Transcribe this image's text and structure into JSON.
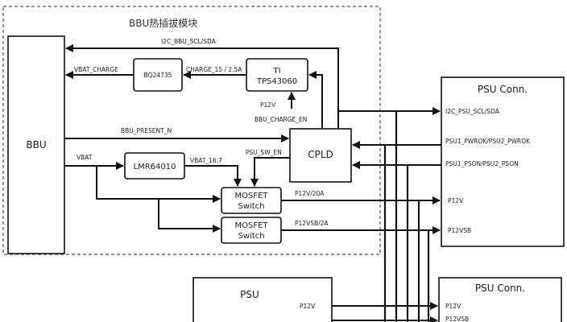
{
  "module_title": "BBU热插拔模块",
  "blocks": {
    "bbu": "BBU",
    "bq": "BQ24735",
    "ti_line1": "TI",
    "ti_line2": "TPS43060",
    "cpld": "CPLD",
    "lmr": "LMR64010",
    "mosfet1_line1": "MOSFET",
    "mosfet1_line2": "Switch",
    "mosfet2_line1": "MOSFET",
    "mosfet2_line2": "Switch",
    "psu_conn_top": "PSU Conn.",
    "psu": "PSU",
    "psu_conn_bottom": "PSU Conn."
  },
  "signals": {
    "i2c_bbu": "I2C_BBU_SCL/SDA",
    "vbat_charge": "VBAT_CHARGE",
    "charge": "CHARGE_15 / 2.5A",
    "p12v_ti": "P12V",
    "bbu_charge_en": "BBU_CHARGE_EN",
    "bbu_present": "BBU_PRESENT_N",
    "vbat": "VBAT",
    "psu_sw_en": "PSU_SW_EN",
    "vbat_16": "VBAT_16.7",
    "p12v_20a": "P12V/20A",
    "p12vsb_2a": "P12VSB/2A",
    "i2c_psu": "I2C_PSU_SCL/SDA",
    "pwrok": "PSU1_PWROK/PSU2_PWROK",
    "pson": "PSU1_PSON/PSU2_PSON",
    "p12v_conn": "P12V",
    "p12vsb_conn": "P12VSB",
    "p12v_psu": "P12V",
    "p12v_conn2": "P12V",
    "p12vsb_conn2": "P12VSB"
  }
}
